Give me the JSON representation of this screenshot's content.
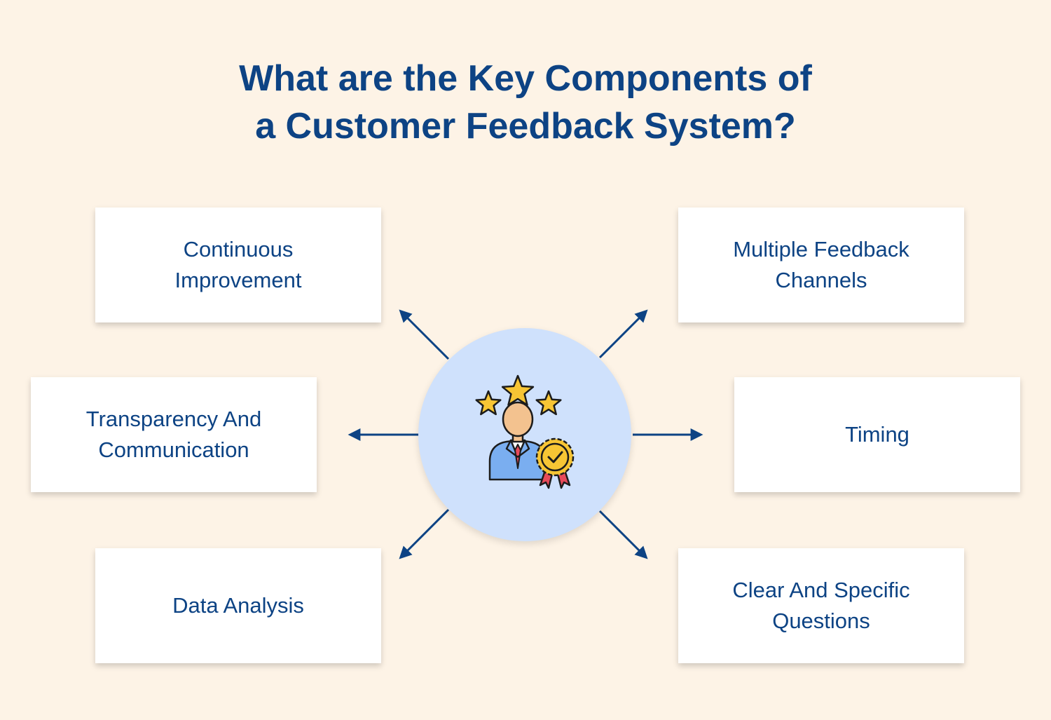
{
  "title": {
    "line1": "What are the Key Components of",
    "line2": "a Customer Feedback System?"
  },
  "components": {
    "continuous_improvement": "Continuous\nImprovement",
    "multiple_feedback_channels": "Multiple Feedback\nChannels",
    "transparency_communication": "Transparency And\nCommunication",
    "timing": "Timing",
    "data_analysis": "Data Analysis",
    "clear_specific_questions": "Clear And Specific\nQuestions"
  },
  "center_icon": "customer-rating-award-icon",
  "colors": {
    "background": "#fdf3e6",
    "title": "#0d4384",
    "arrow": "#0d4384",
    "hub": "#cfe1fc",
    "card": "#ffffff",
    "star": "#f7c534",
    "skin": "#f3c28f",
    "suit": "#7aaef0",
    "tie": "#e74a5a"
  }
}
